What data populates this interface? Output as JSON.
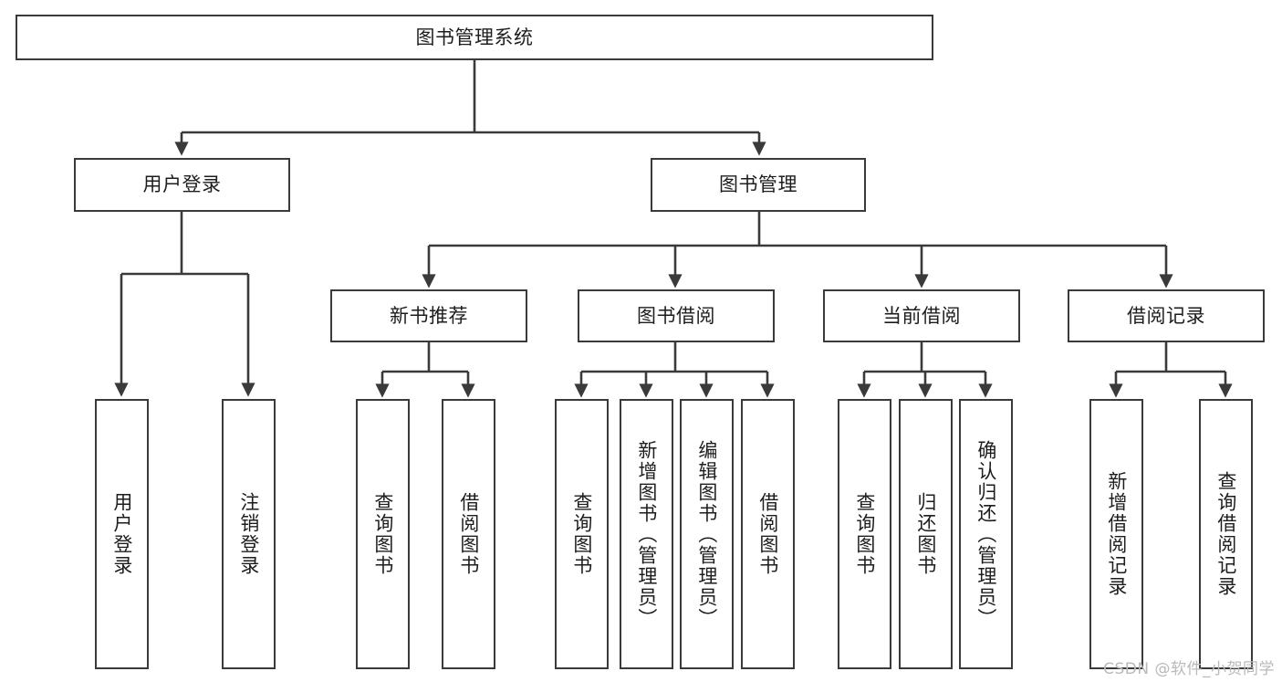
{
  "diagram": {
    "title": "图书管理系统",
    "watermark": "CSDN @软件_小贺同学",
    "line_color": "#3a3a3a",
    "box_fill": "#ffffff",
    "text_color": "#1d1d1d",
    "watermark_color": "#b9b9b9"
  },
  "nodes": {
    "root": {
      "label": "图书管理系统",
      "level": 1,
      "orientation": "horizontal"
    },
    "l2": [
      {
        "label": "用户登录",
        "orientation": "horizontal"
      },
      {
        "label": "图书管理",
        "orientation": "horizontal"
      }
    ],
    "l3": [
      {
        "label": "新书推荐",
        "orientation": "horizontal"
      },
      {
        "label": "图书借阅",
        "orientation": "horizontal"
      },
      {
        "label": "当前借阅",
        "orientation": "horizontal"
      },
      {
        "label": "借阅记录",
        "orientation": "horizontal"
      }
    ],
    "leaves": {
      "user_login": [
        {
          "label": "用户登录",
          "orientation": "vertical"
        },
        {
          "label": "注销登录",
          "orientation": "vertical"
        }
      ],
      "new_book_recommend": [
        {
          "label": "查询图书",
          "orientation": "vertical"
        },
        {
          "label": "借阅图书",
          "orientation": "vertical"
        }
      ],
      "book_borrow": [
        {
          "label": "查询图书",
          "orientation": "vertical"
        },
        {
          "label": "新增图书（管理员）",
          "orientation": "vertical"
        },
        {
          "label": "编辑图书（管理员）",
          "orientation": "vertical"
        },
        {
          "label": "借阅图书",
          "orientation": "vertical"
        }
      ],
      "current_borrow": [
        {
          "label": "查询图书",
          "orientation": "vertical"
        },
        {
          "label": "归还图书",
          "orientation": "vertical"
        },
        {
          "label": "确认归还（管理员）",
          "orientation": "vertical"
        }
      ],
      "borrow_record": [
        {
          "label": "新增借阅记录",
          "orientation": "vertical"
        },
        {
          "label": "查询借阅记录",
          "orientation": "vertical"
        }
      ]
    }
  }
}
